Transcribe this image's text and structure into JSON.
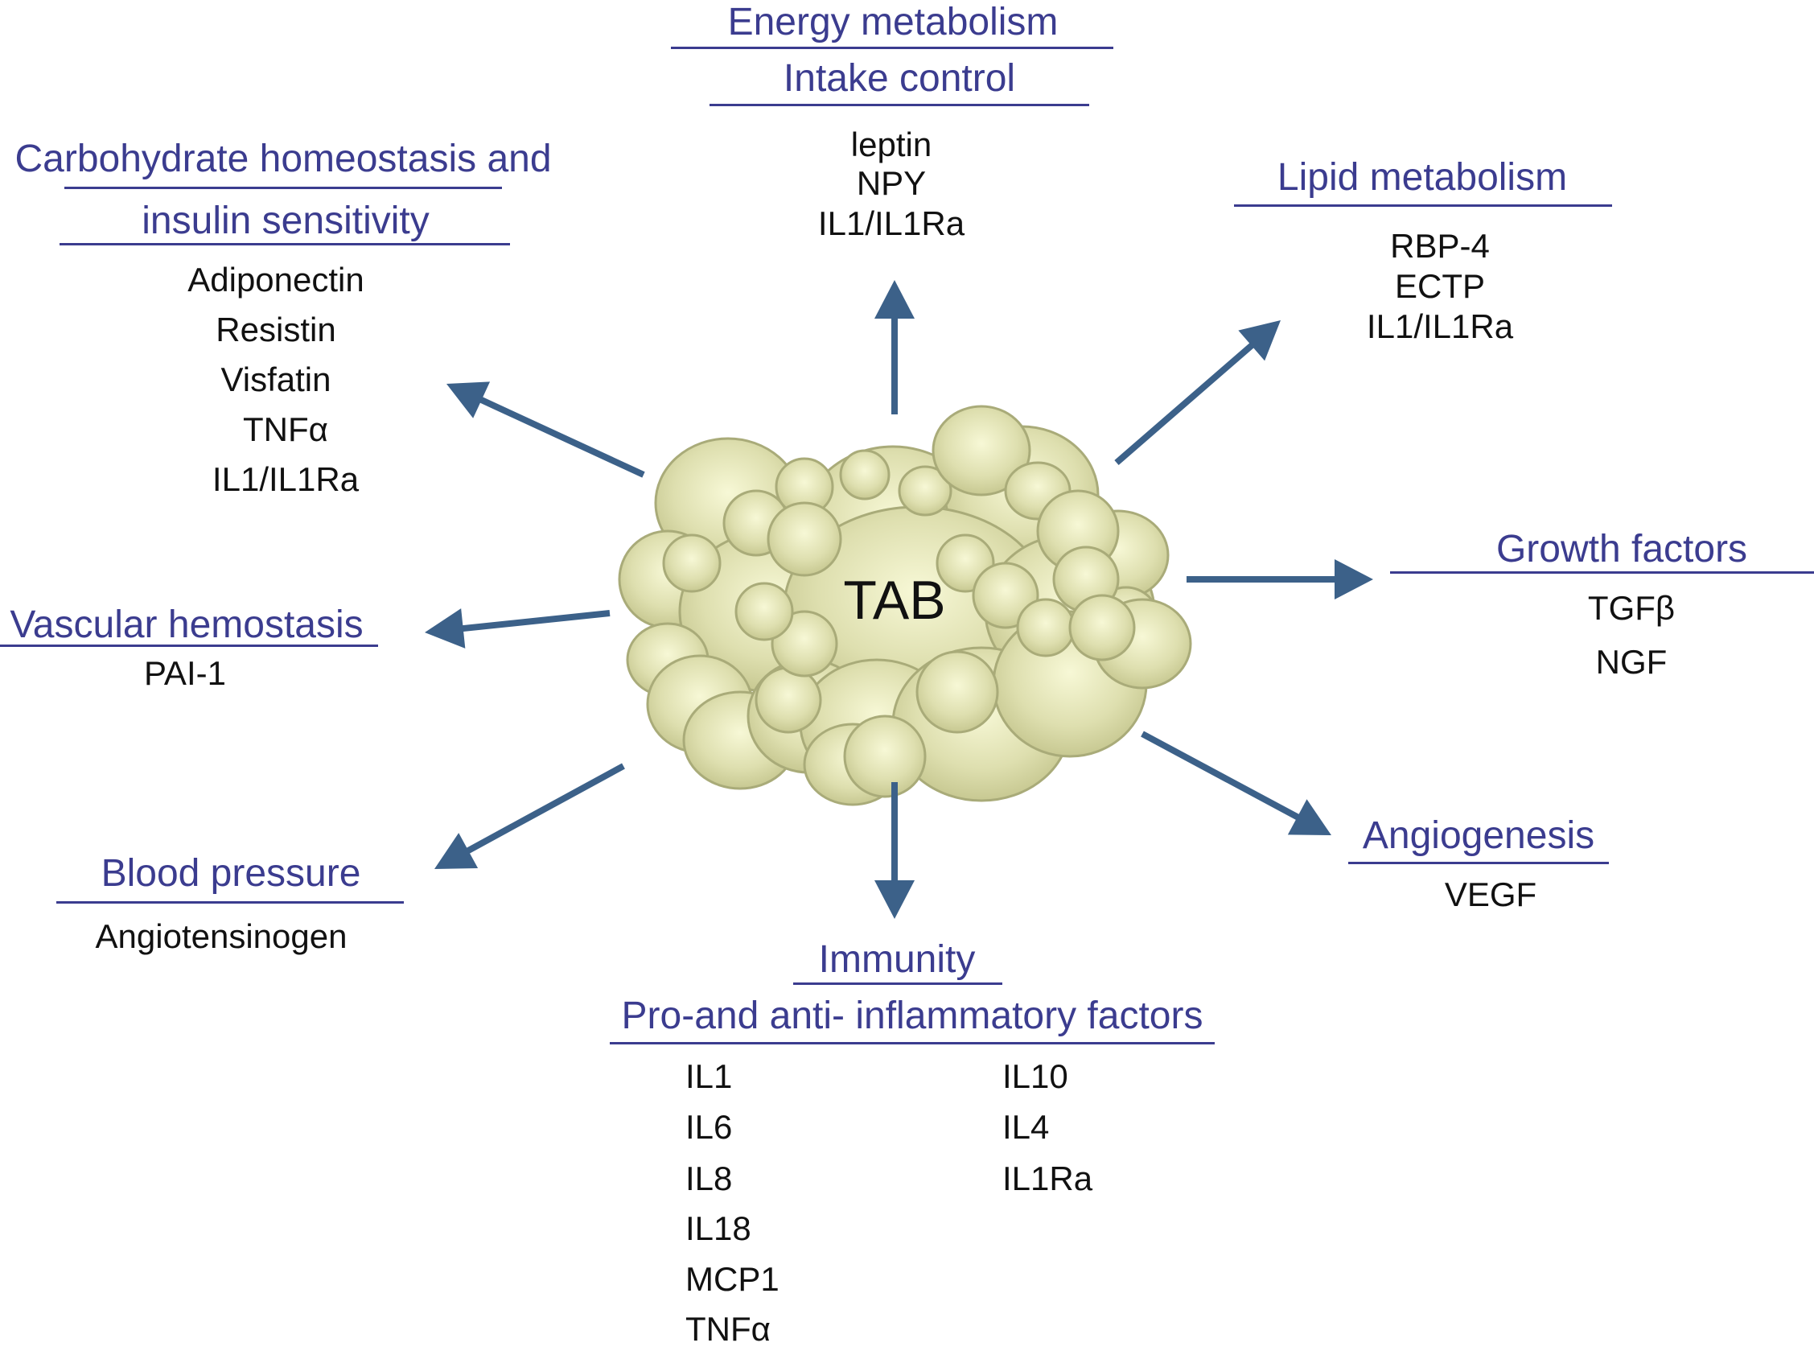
{
  "center_label": "TAB",
  "colors": {
    "heading": "#3b3c8f",
    "arrow": "#3c6189",
    "text": "#111111",
    "fat_cell": "#dedfaf"
  },
  "groups": {
    "energy": {
      "headings": [
        "Energy metabolism",
        "Intake control"
      ],
      "items": [
        "leptin",
        "NPY",
        "IL1/IL1Ra"
      ]
    },
    "carbohydrate": {
      "headings": [
        "Carbohydrate homeostasis and",
        "insulin sensitivity"
      ],
      "items": [
        "Adiponectin",
        "Resistin",
        "Visfatin",
        "TNFα",
        "IL1/IL1Ra"
      ]
    },
    "lipid": {
      "headings": [
        "Lipid metabolism"
      ],
      "items": [
        "RBP-4",
        "ECTP",
        "IL1/IL1Ra"
      ]
    },
    "growth": {
      "headings": [
        "Growth factors"
      ],
      "items": [
        "TGFβ",
        "NGF"
      ]
    },
    "vascular": {
      "headings": [
        "Vascular hemostasis"
      ],
      "items": [
        "PAI-1"
      ]
    },
    "blood_pressure": {
      "headings": [
        "Blood pressure"
      ],
      "items": [
        "Angiotensinogen"
      ]
    },
    "angiogenesis": {
      "headings": [
        "Angiogenesis"
      ],
      "items": [
        "VEGF"
      ]
    },
    "immunity": {
      "headings": [
        "Immunity",
        "Pro-and anti- inflammatory factors"
      ],
      "items_left": [
        "IL1",
        "IL6",
        "IL8",
        "IL18",
        "MCP1",
        "TNFα"
      ],
      "items_right": [
        "IL10",
        "IL4",
        "IL1Ra"
      ]
    }
  }
}
